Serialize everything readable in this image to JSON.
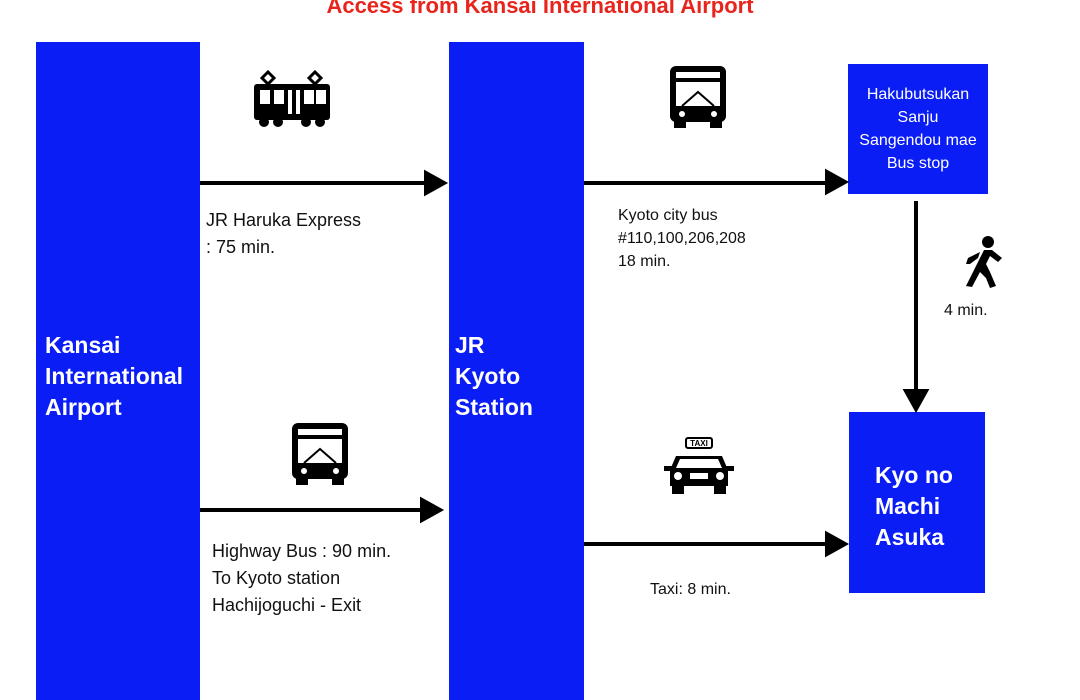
{
  "title": "Access from Kansai International Airport",
  "nodes": {
    "kansai": "Kansai\nInternational\nAirport",
    "kyoto": "JR\nKyoto\nStation",
    "bus_stop": "Hakubutsukan\nSanju\nSangendou mae\nBus stop",
    "asuka": "Kyo no\nMachi\n Asuka"
  },
  "routes": {
    "haruka": "JR Haruka Express\n: 75 min.",
    "highway_bus": "Highway Bus : 90 min.\nTo Kyoto station\nHachijoguchi - Exit",
    "city_bus": "Kyoto city bus\n#110,100,206,208\n18 min.",
    "walk": "4 min.",
    "taxi": "Taxi: 8 min."
  },
  "icons": {
    "train": "train-icon",
    "bus": "bus-icon",
    "walk": "walking-person-icon",
    "taxi": "taxi-icon",
    "taxi_sign": "TAXI"
  },
  "colors": {
    "block": "#0a1df5",
    "title": "#e8241c",
    "arrow": "#000000"
  }
}
